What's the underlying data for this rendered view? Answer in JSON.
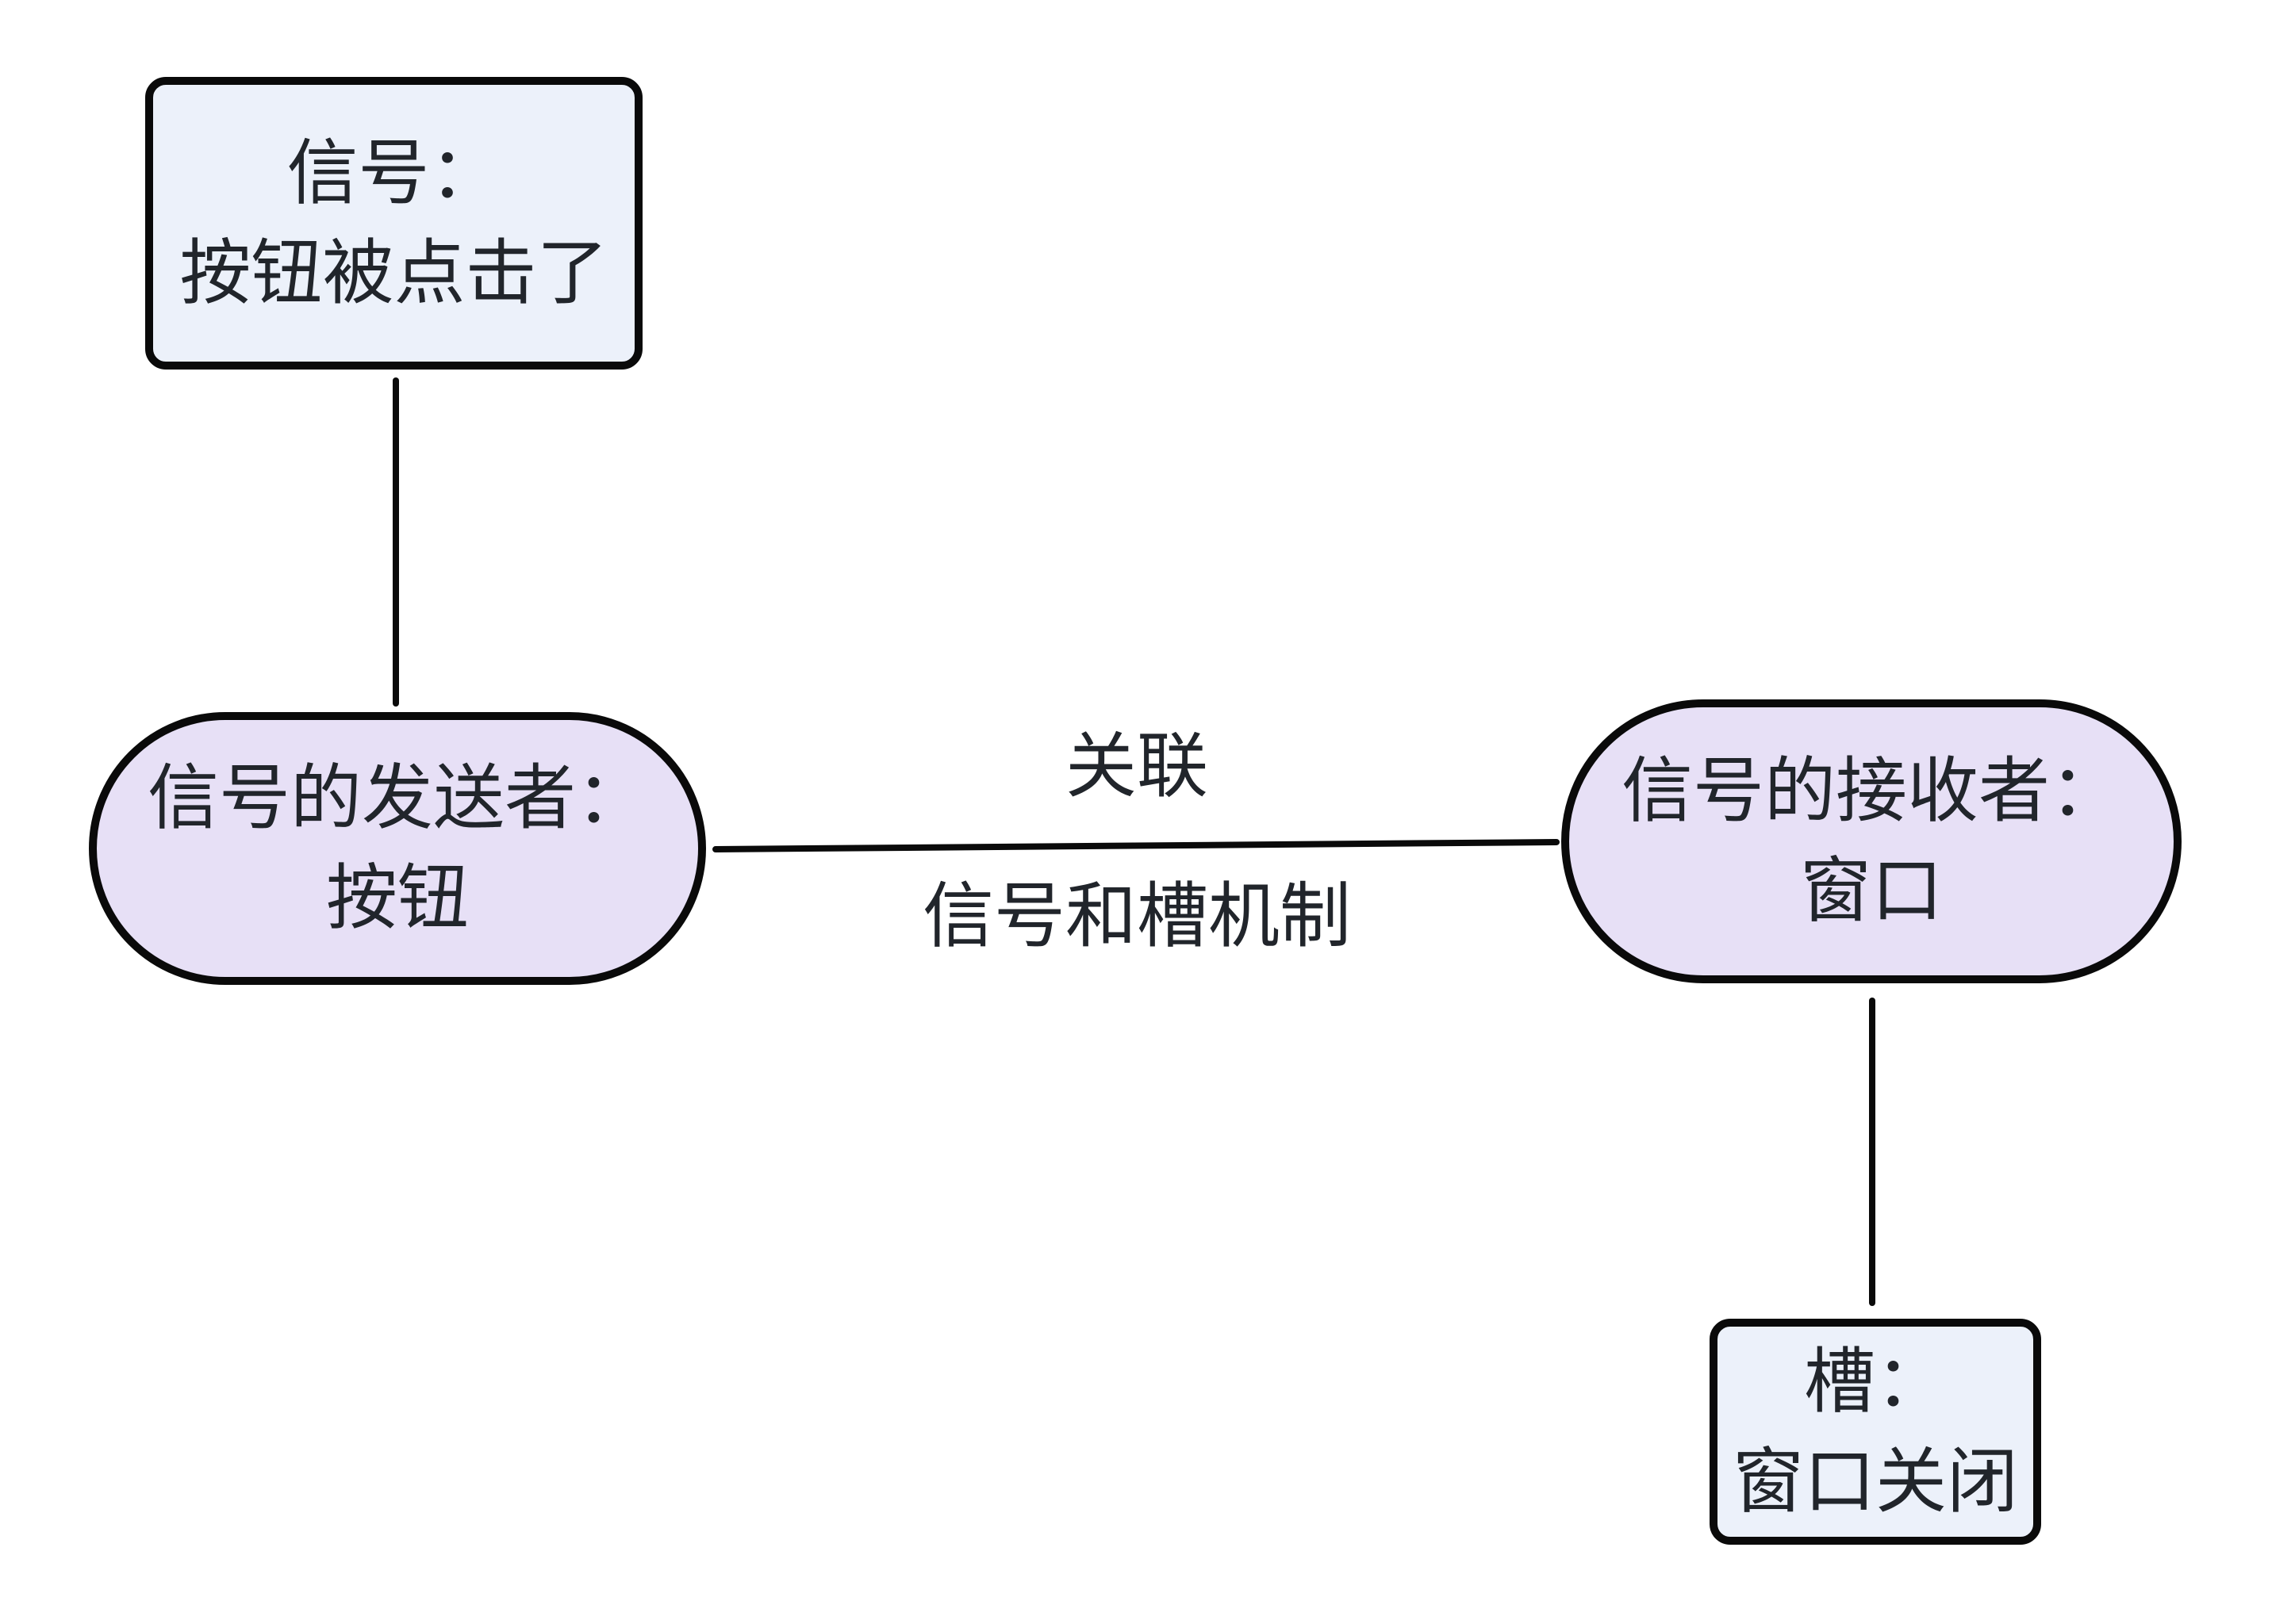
{
  "colors": {
    "bg": "#ffffff",
    "rect_fill": "#ecf1fa",
    "stadium_fill": "#e7e0f6",
    "node_border": "#0a0a0a",
    "line": "#0a0a0a",
    "text": "#21252b"
  },
  "nodes": {
    "signal": {
      "lines": [
        "信号：",
        "按钮被点击了"
      ]
    },
    "sender": {
      "lines": [
        "信号的发送者：",
        "按钮"
      ]
    },
    "receiver": {
      "lines": [
        "信号的接收者：",
        "窗口"
      ]
    },
    "slot": {
      "lines": [
        "槽：",
        "窗口关闭"
      ]
    }
  },
  "edge": {
    "label_top": "关联",
    "label_bottom": "信号和槽机制"
  }
}
